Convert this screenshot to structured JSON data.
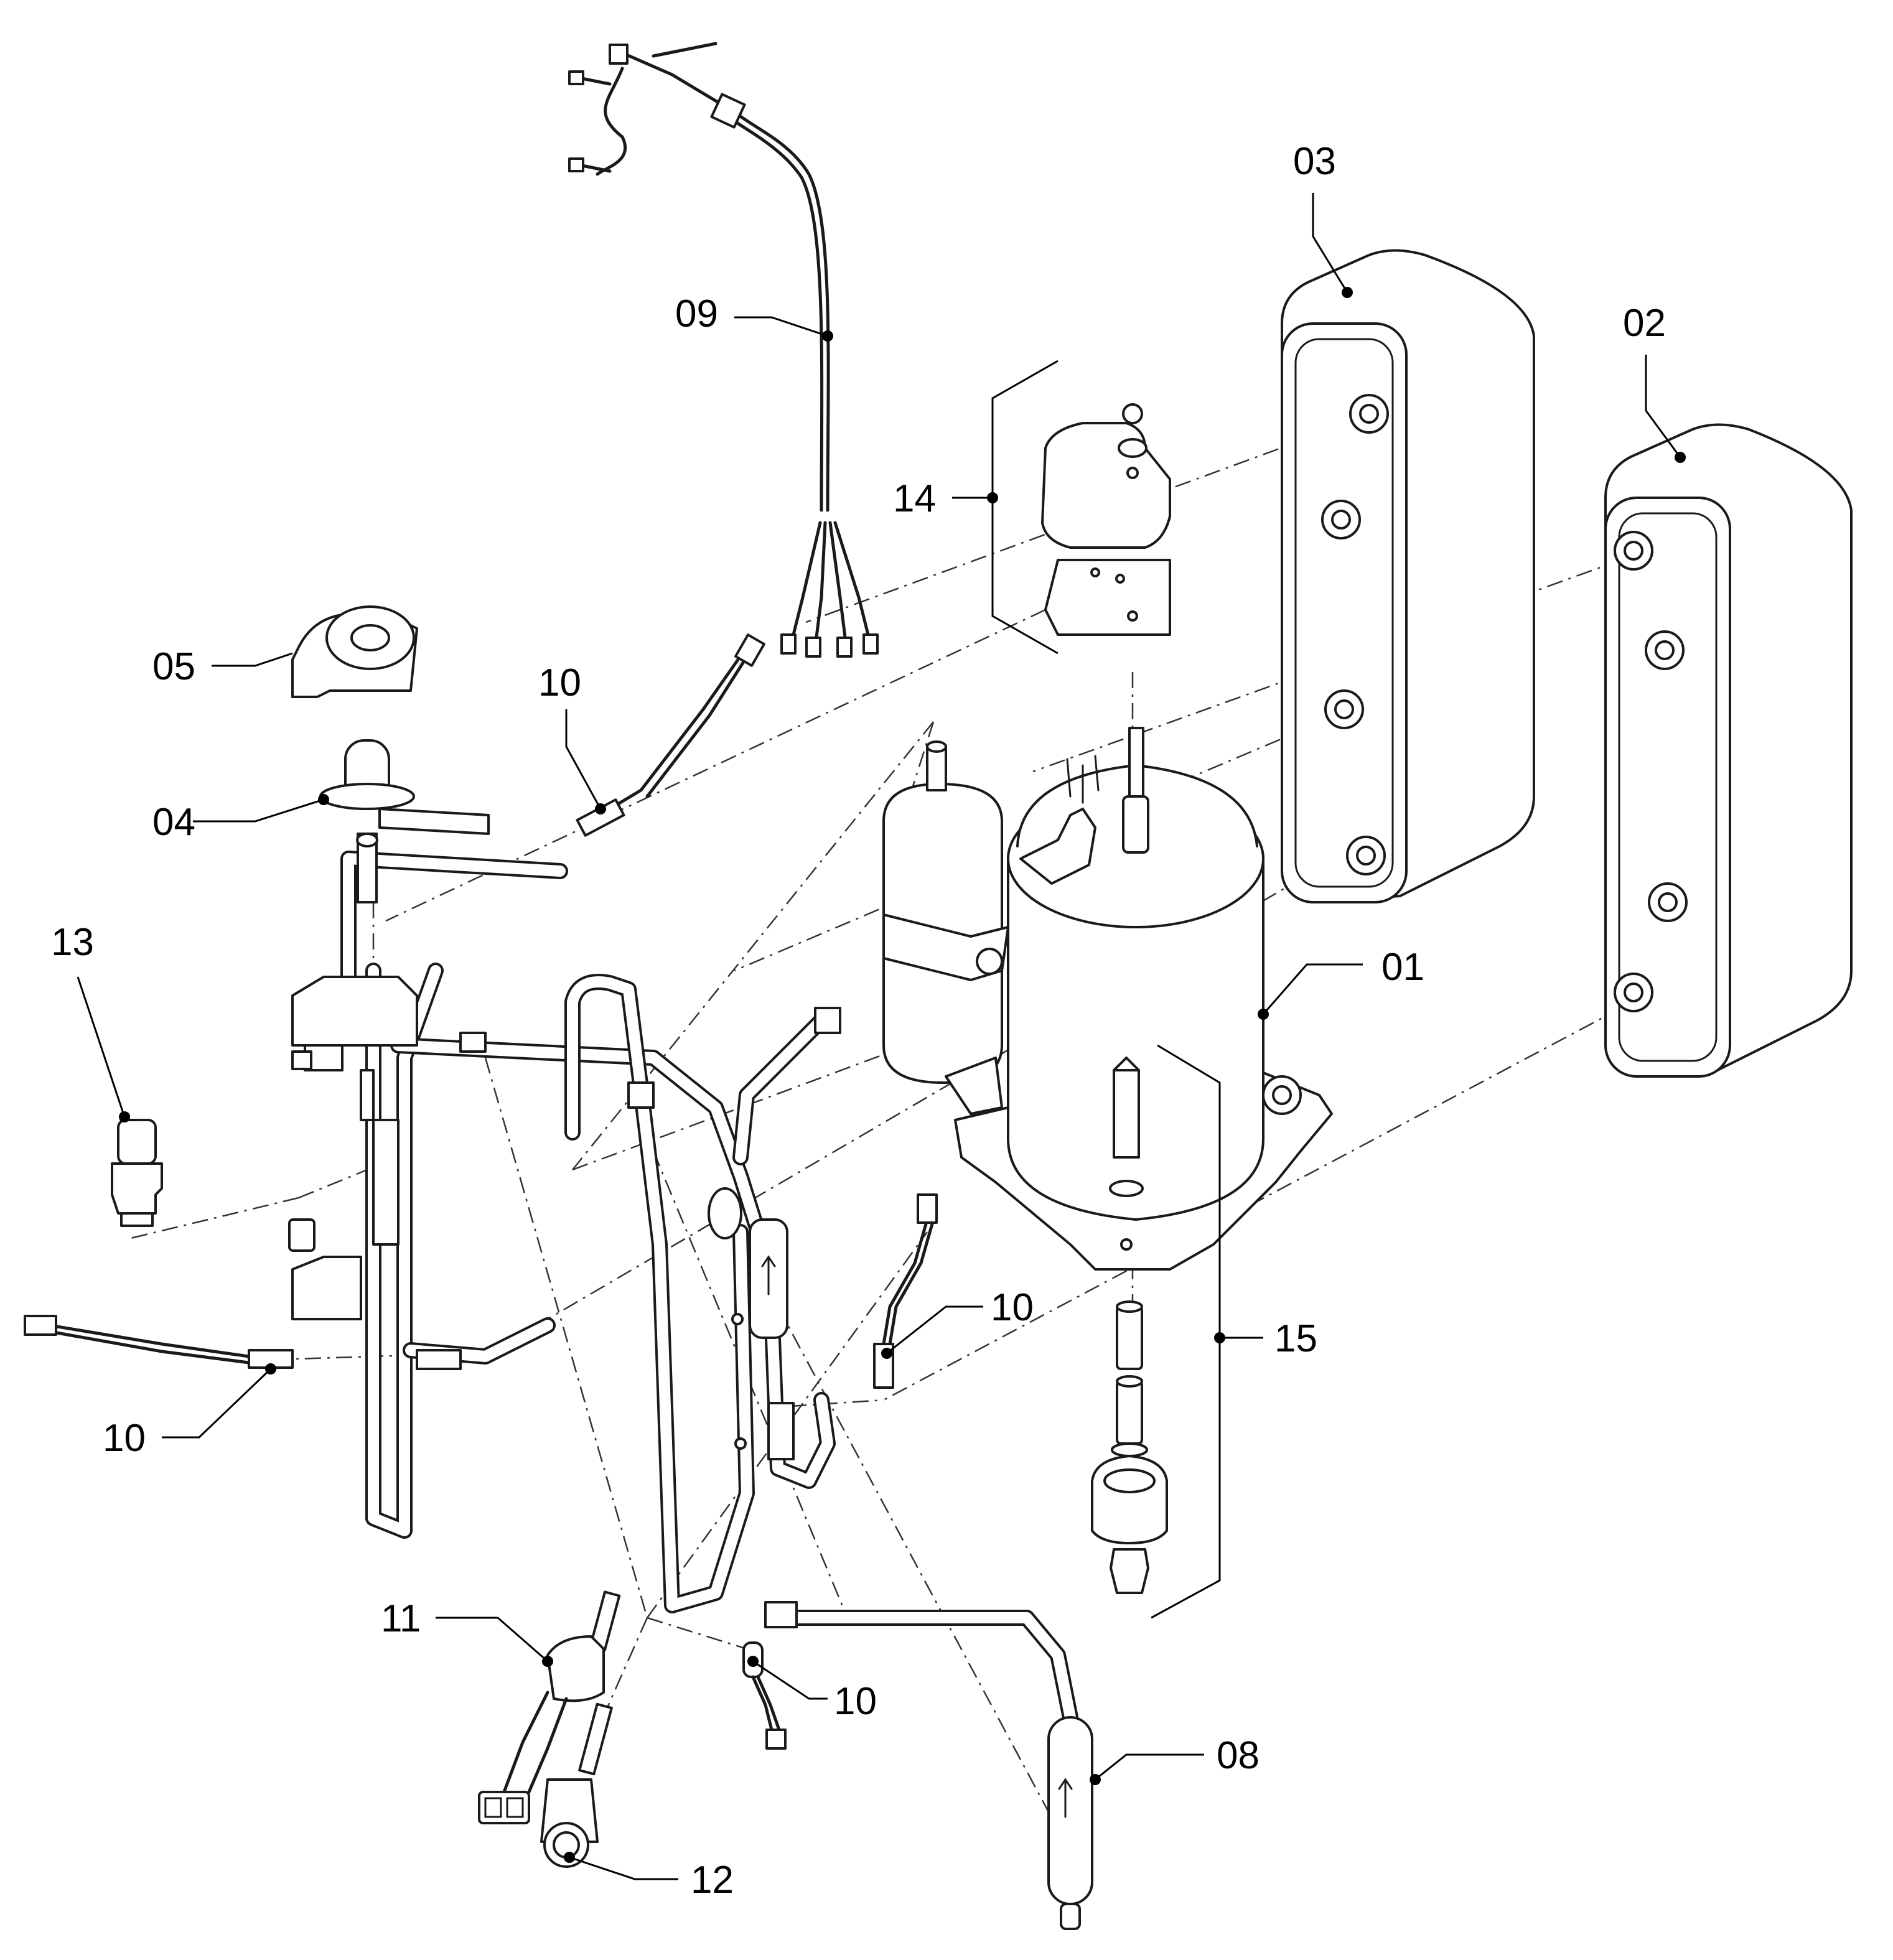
{
  "labels": {
    "l01": "01",
    "l02": "02",
    "l03": "03",
    "l04": "04",
    "l05": "05",
    "l08": "08",
    "l09": "09",
    "l10a": "10",
    "l10b": "10",
    "l10c": "10",
    "l10d": "10",
    "l11": "11",
    "l12": "12",
    "l13": "13",
    "l14": "14",
    "l15": "15"
  }
}
